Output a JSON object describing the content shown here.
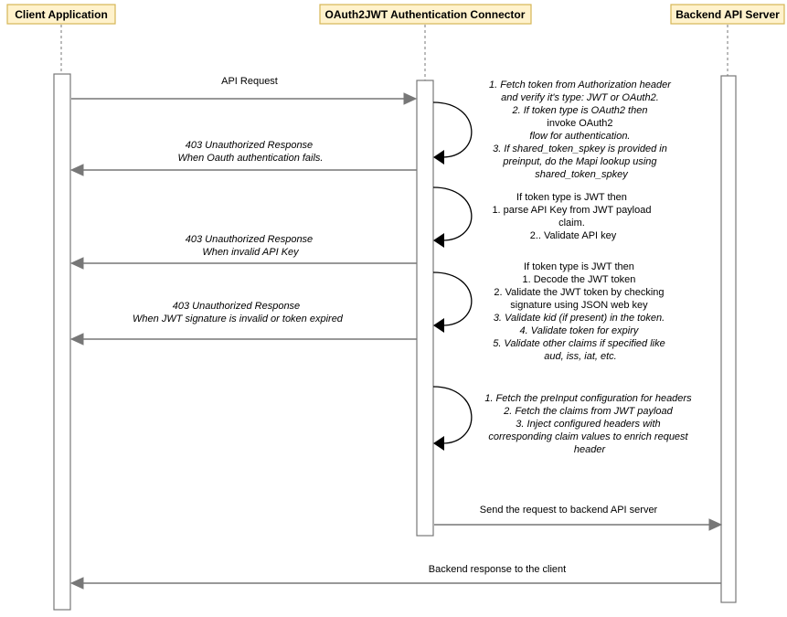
{
  "actors": {
    "client": "Client Application",
    "connector": "OAuth2JWT Authentication Connector",
    "backend": "Backend API Server"
  },
  "colors": {
    "actor_fill": "#fff2cc",
    "actor_border": "#d6b656",
    "line": "#777777"
  },
  "messages": {
    "api_request": [
      "API Request"
    ],
    "oauth_fail": [
      "403 Unauthorized Response",
      "When Oauth authentication fails."
    ],
    "invalid_key": [
      "403 Unauthorized Response",
      "When invalid API Key"
    ],
    "jwt_invalid": [
      "403 Unauthorized Response",
      "When JWT signature is invalid or token expired"
    ],
    "send_backend": [
      "Send the request to backend API server"
    ],
    "backend_response": [
      "Backend response to the client"
    ]
  },
  "notes": {
    "fetch_token": [
      "1. Fetch token from Authorization header",
      "and verify it's type: JWT or OAuth2.",
      "2. If token type is OAuth2 then",
      "invoke OAuth2",
      "flow for authentication.",
      "3. If shared_token_spkey is provided in",
      "preinput, do the Mapi lookup using",
      "shared_token_spkey"
    ],
    "parse_key": [
      "If token type is JWT then",
      "1. parse API Key from JWT payload",
      "claim.",
      "2.. Validate API key"
    ],
    "validate_jwt": [
      "If token type is JWT then",
      "1. Decode the JWT token",
      "2. Validate the JWT token by checking",
      "signature using JSON web key",
      "3. Validate kid (if present) in the token.",
      "4. Validate token for expiry",
      "5. Validate other claims if specified like",
      "aud, iss, iat, etc."
    ],
    "inject_headers": [
      "1. Fetch the preInput configuration for headers",
      "2. Fetch the claims from JWT payload",
      "3. Inject configured headers with",
      "corresponding claim values to enrich request",
      "header"
    ]
  }
}
